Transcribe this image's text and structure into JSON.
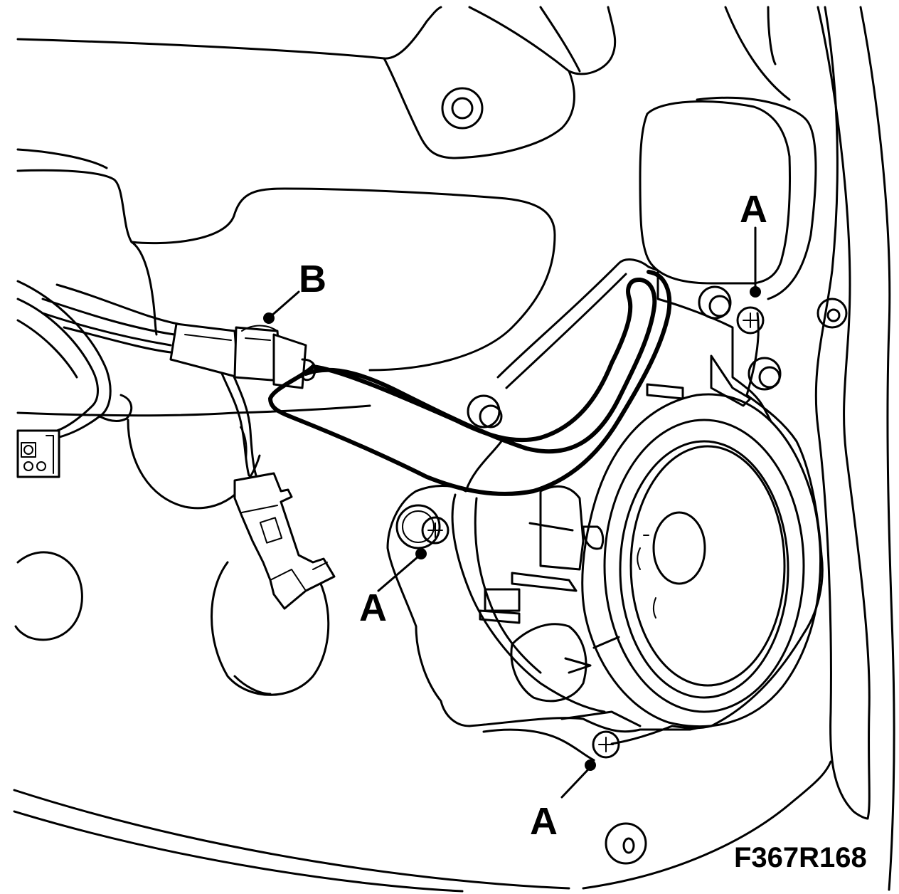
{
  "callouts": {
    "a_top": "A",
    "a_left": "A",
    "a_bottom": "A",
    "b": "B"
  },
  "figure_id": "F367R168",
  "colors": {
    "line": "#000000",
    "background": "#ffffff"
  },
  "icons": [
    "screw-icon",
    "connector-icon",
    "speaker-icon"
  ]
}
